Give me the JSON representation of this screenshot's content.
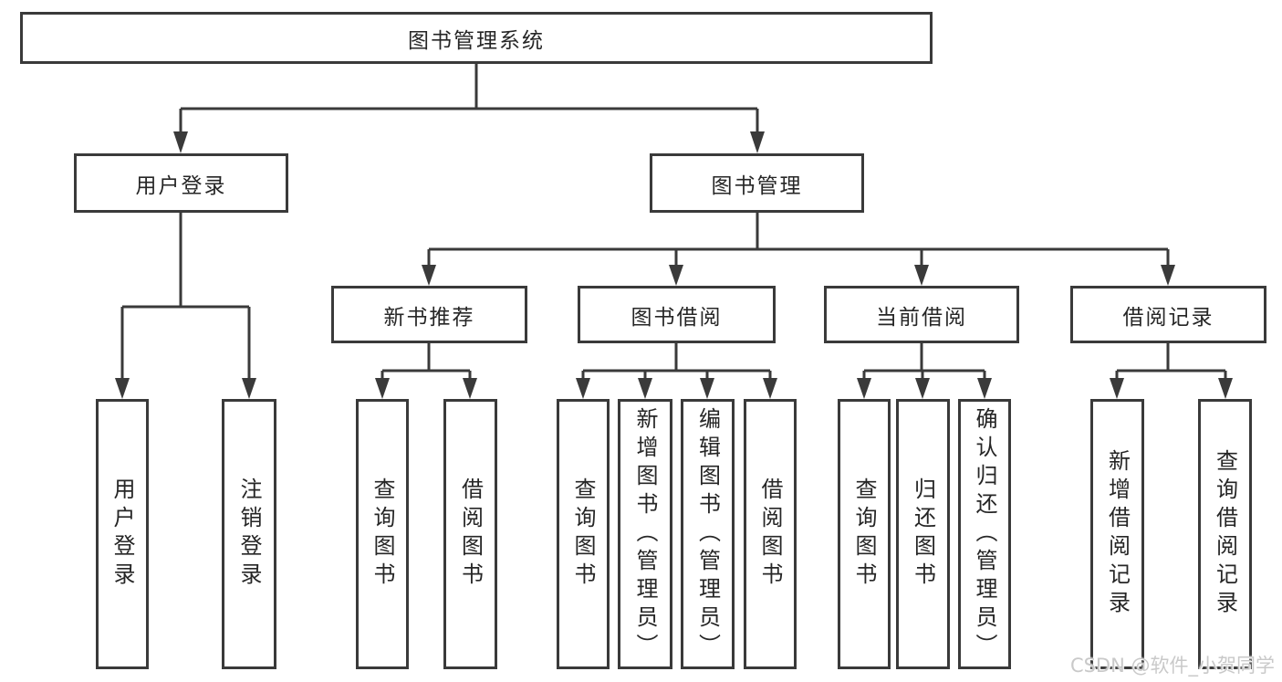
{
  "diagram_type": "hierarchy-tree",
  "tree": {
    "label": "图书管理系统",
    "children": [
      {
        "label": "用户登录",
        "children": [
          {
            "label": "用户登录"
          },
          {
            "label": "注销登录"
          }
        ]
      },
      {
        "label": "图书管理",
        "children": [
          {
            "label": "新书推荐",
            "children": [
              {
                "label": "查询图书"
              },
              {
                "label": "借阅图书"
              }
            ]
          },
          {
            "label": "图书借阅",
            "children": [
              {
                "label": "查询图书"
              },
              {
                "label": "新增图书（管理员）"
              },
              {
                "label": "编辑图书（管理员）"
              },
              {
                "label": "借阅图书"
              }
            ]
          },
          {
            "label": "当前借阅",
            "children": [
              {
                "label": "查询图书"
              },
              {
                "label": "归还图书"
              },
              {
                "label": "确认归还（管理员）"
              }
            ]
          },
          {
            "label": "借阅记录",
            "children": [
              {
                "label": "新增借阅记录"
              },
              {
                "label": "查询借阅记录"
              }
            ]
          }
        ]
      }
    ]
  },
  "watermark": {
    "text": "CSDN @软件_小贺同学"
  },
  "colors": {
    "line": "#3a3a3a",
    "text": "#262626",
    "background": "#ffffff",
    "watermark": "#c9c9c9"
  }
}
